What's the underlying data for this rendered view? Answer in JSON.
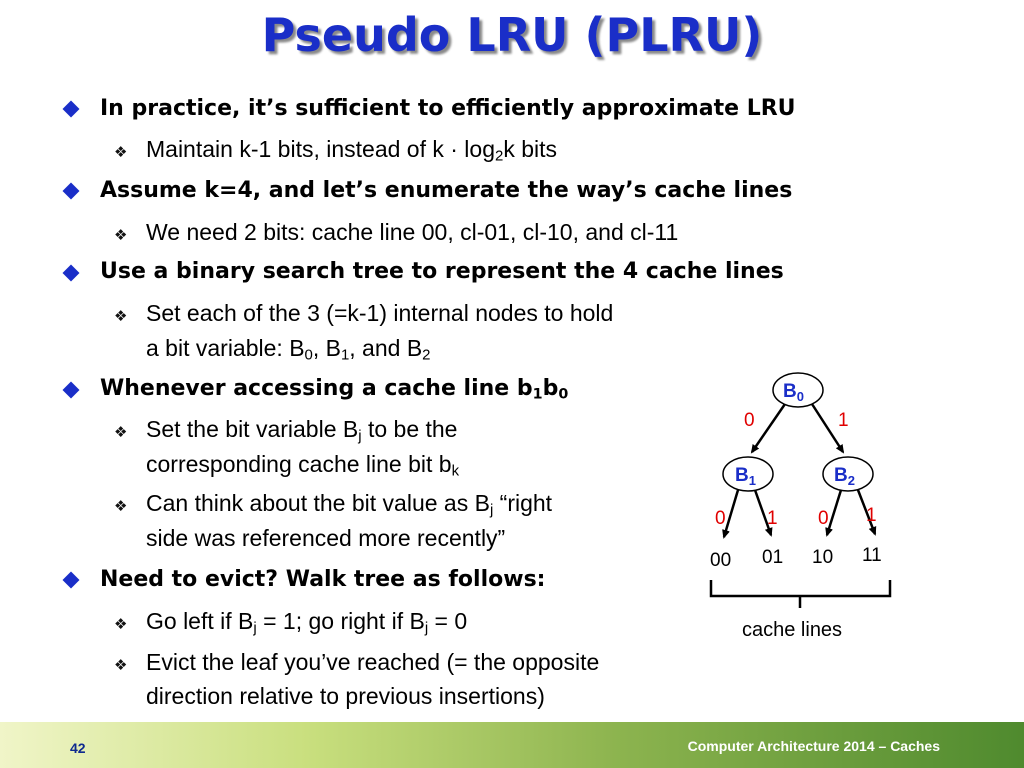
{
  "title": "Pseudo LRU (PLRU)",
  "bullets": {
    "b1": "In practice, it’s sufficient to efficiently approximate LRU",
    "b1_s1_a": "Maintain k-1 bits, instead of k · log",
    "b1_s1_sub": "2",
    "b1_s1_b": "k bits",
    "b2": "Assume k=4, and let’s enumerate the way’s cache lines",
    "b2_s1": "We need 2 bits: cache line 00, cl-01, cl-10, and cl-11",
    "b3": "Use a binary search tree to represent the  4 cache lines",
    "b3_s1_l1": "Set each of the 3 (=k-1) internal nodes to hold",
    "b3_s1_l2a": "a bit variable: B",
    "b3_s1_l2b": "0",
    "b3_s1_l2c": ", B",
    "b3_s1_l2d": "1",
    "b3_s1_l2e": ", and B",
    "b3_s1_l2f": "2",
    "b4_a": "Whenever accessing a cache line b",
    "b4_b": "1",
    "b4_c": "b",
    "b4_d": "0",
    "b4_s1_l1a": "Set the bit variable B",
    "b4_s1_l1b": "j",
    "b4_s1_l1c": " to be the",
    "b4_s1_l2a": "corresponding cache line bit b",
    "b4_s1_l2b": "k",
    "b4_s2_l1a": "Can think about the bit value as B",
    "b4_s2_l1b": "j",
    "b4_s2_l1c": " “right",
    "b4_s2_l2": "side was referenced more recently”",
    "b5": "Need to evict? Walk tree as follows:",
    "b5_s1_a": "Go left if B",
    "b5_s1_b": "j",
    "b5_s1_c": " = 1; go right if B",
    "b5_s1_d": "j",
    "b5_s1_e": " = 0",
    "b5_s2_l1": "Evict the leaf you’ve reached (= the opposite",
    "b5_s2_l2": "direction relative to previous insertions)"
  },
  "tree": {
    "root": "B",
    "root_sub": "0",
    "left": "B",
    "left_sub": "1",
    "right": "B",
    "right_sub": "2",
    "edge_root_left": "0",
    "edge_root_right": "1",
    "edge_l_left": "0",
    "edge_l_right": "1",
    "edge_r_left": "0",
    "edge_r_right": "1",
    "leaves": [
      "00",
      "01",
      "10",
      "11"
    ],
    "brace_label": "cache lines"
  },
  "footer": {
    "page": "42",
    "text": "Computer Architecture 2014 – Caches"
  },
  "colors": {
    "title": "#1a2ec8",
    "node": "#1a2ec8",
    "edge_label": "#e00000"
  }
}
